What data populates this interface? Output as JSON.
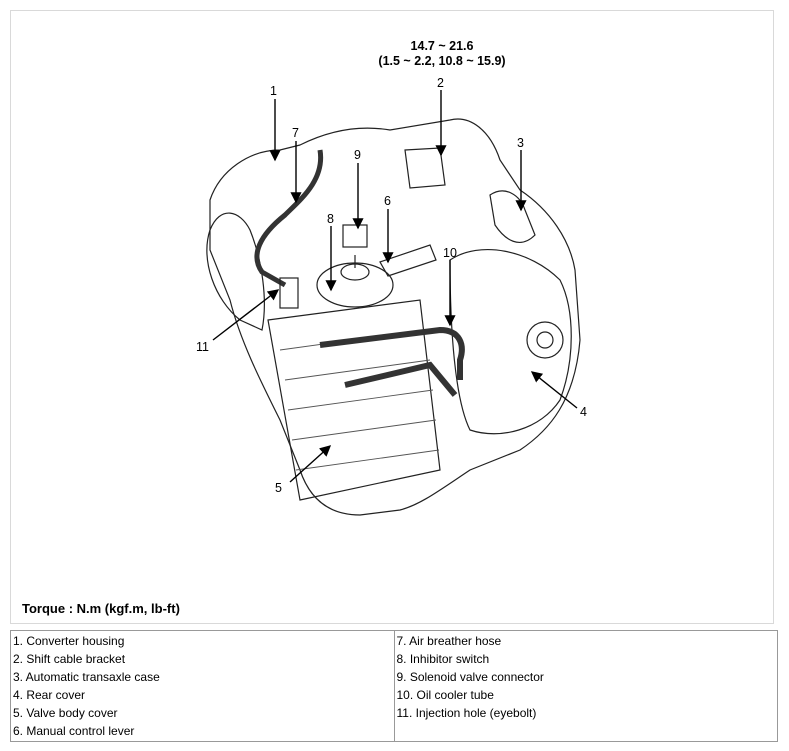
{
  "torque": {
    "title": "Torque : N.m (kgf.m, lb-ft)",
    "value_line1": "14.7 ~ 21.6",
    "value_line2": "(1.5 ~ 2.2, 10.8 ~ 15.9)"
  },
  "callouts": [
    "1",
    "2",
    "3",
    "4",
    "5",
    "6",
    "7",
    "8",
    "9",
    "10",
    "11"
  ],
  "legend": {
    "left": [
      "1. Converter housing",
      "2. Shift cable bracket",
      "3. Automatic transaxle case",
      "4. Rear cover",
      "5. Valve body cover",
      "6. Manual control lever"
    ],
    "right": [
      "7. Air breather hose",
      "8. Inhibitor switch",
      "9. Solenoid valve connector",
      "10. Oil cooler tube",
      "11. Injection hole (eyebolt)"
    ]
  }
}
